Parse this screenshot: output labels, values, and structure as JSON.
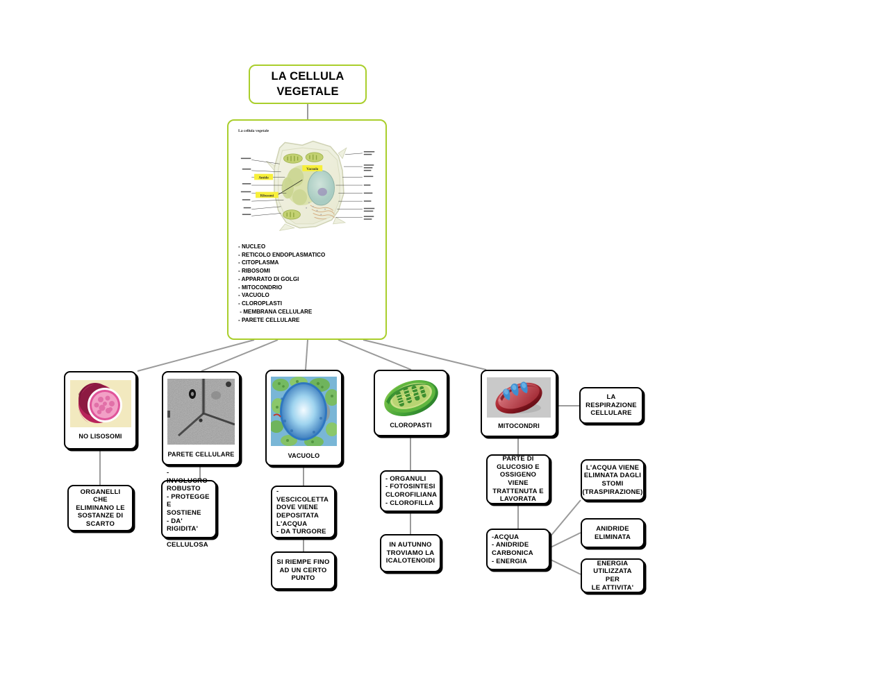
{
  "root": {
    "label": "LA CELLULA\nVEGETALE",
    "border_color": "#a9ce2b"
  },
  "main_panel": {
    "figure_caption": "La cellula vegetale",
    "figure_name": "plant-cell-diagram",
    "highlighted_labels": [
      "Vacuolo",
      "Amido",
      "Ribosomi"
    ],
    "organelles": [
      "- NUCLEO",
      "- RETICOLO ENDOPLASMATICO",
      "- CITOPLASMA",
      "- RIBOSOMI",
      "- APPARATO DI GOLGI",
      "- MITOCONDRIO",
      "- VACUOLO",
      "- CLOROPLASTI",
      " - MEMBRANA CELLULARE",
      "- PARETE CELLULARE"
    ]
  },
  "branches": {
    "lysosomes": {
      "label": "NO LISOSOMI",
      "image": "lysosome-photo",
      "child": "ORGANELLI CHE\nELIMINANO LE\nSOSTANZE DI\nSCARTO"
    },
    "cell_wall": {
      "label": "PARETE CELLULARE",
      "image": "cell-wall-micrograph",
      "child": "- INVOLUCRO\nROBUSTO\n- PROTEGGE E\nSOSTIENE\n- DA' RIGIDITA'\n- CELLULOSA"
    },
    "vacuole": {
      "label": "VACUOLO",
      "image": "vacuole-illustration",
      "child_1": "- VESCICOLETTA\nDOVE VIENE\nDEPOSITATA\nL'ACQUA\n- DA TURGORE",
      "child_2": "SI RIEMPE FINO\nAD UN CERTO\nPUNTO"
    },
    "chloroplasts": {
      "label": "CLOROPASTI",
      "image": "chloroplast-illustration",
      "child_1": "- ORGANULI\n- FOTOSINTESI\nCLOROFILIANA\n- CLOROFILLA",
      "child_2": "IN AUTUNNO\nTROVIAMO LA\nICALOTENOIDI"
    },
    "mitochondria": {
      "label": "MITOCONDRI",
      "image": "mitochondrion-illustration",
      "respiration": "LA\nRESPIRAZIONE\nCELLULARE",
      "child_1": "PARTE DI\nGLUCOSIO E\nOSSIGENO VIENE\nTRATTENUTA E\nLAVORATA",
      "child_2": "-ACQUA\n- ANIDRIDE\nCARBONICA\n- ENERGIA",
      "out_1": "L'ACQUA VIENE\nELIMNATA DAGLI\nSTOMI\n(TRASPIRAZIONE)",
      "out_2": "ANIDRIDE\nELIMINATA",
      "out_3": "ENERGIA\nUTILIZZATA PER\nLE ATTIVITA'"
    }
  },
  "colors": {
    "accent_green": "#a9ce2b",
    "node_border": "#000000",
    "connector": "#9a9a9a",
    "lysosome_pink": "#cf2d63",
    "vacuole_blue": "#2f77c0",
    "chloroplast_green": "#3f9a36",
    "mitochondrion_red": "#a8252f"
  }
}
